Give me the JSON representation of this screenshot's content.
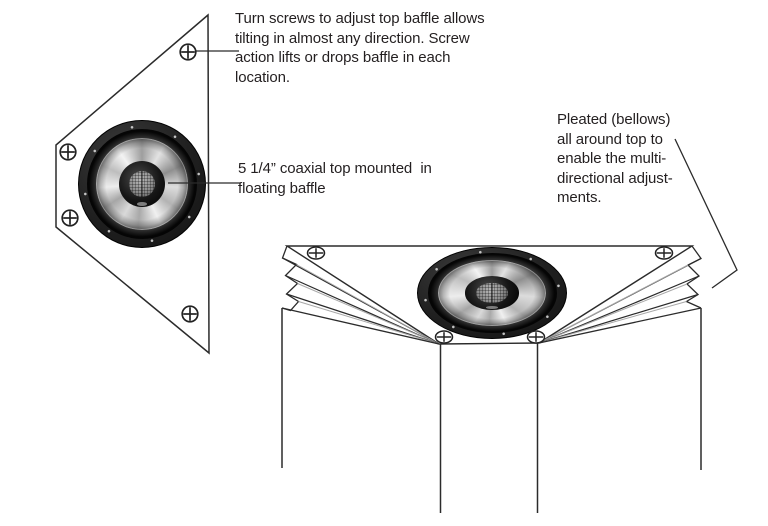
{
  "figure": {
    "type": "technical-illustration",
    "subject": "Tiltable top-baffle speaker with pleated bellows surround"
  },
  "notes": {
    "screw_adjust": {
      "lines": [
        "Turn screws to adjust top baffle allows",
        "tilting in almost any direction. Screw",
        "action lifts or drops baffle in each",
        "location."
      ]
    },
    "coaxial_driver": {
      "lines": [
        "5 1/4” coaxial top mounted  in",
        "floating baffle"
      ]
    },
    "pleated_bellows": {
      "lines": [
        "Pleated (bellows)",
        "all around top to",
        "enable the multi-",
        "directional adjust-",
        "ments."
      ]
    }
  },
  "icons": {
    "screw_head": "circle with cross ⊕ (adjustment screw)",
    "coaxial_speaker": "round coaxial driver rendered with CSS gradients"
  },
  "colors": {
    "background": "#ffffff",
    "line": "#2b2b2b",
    "pleat_light_line": "#a8a8a8",
    "text": "#231f20",
    "speaker_rim": "#1b1b1b",
    "speaker_cone_silver": "#c9c9c9"
  }
}
